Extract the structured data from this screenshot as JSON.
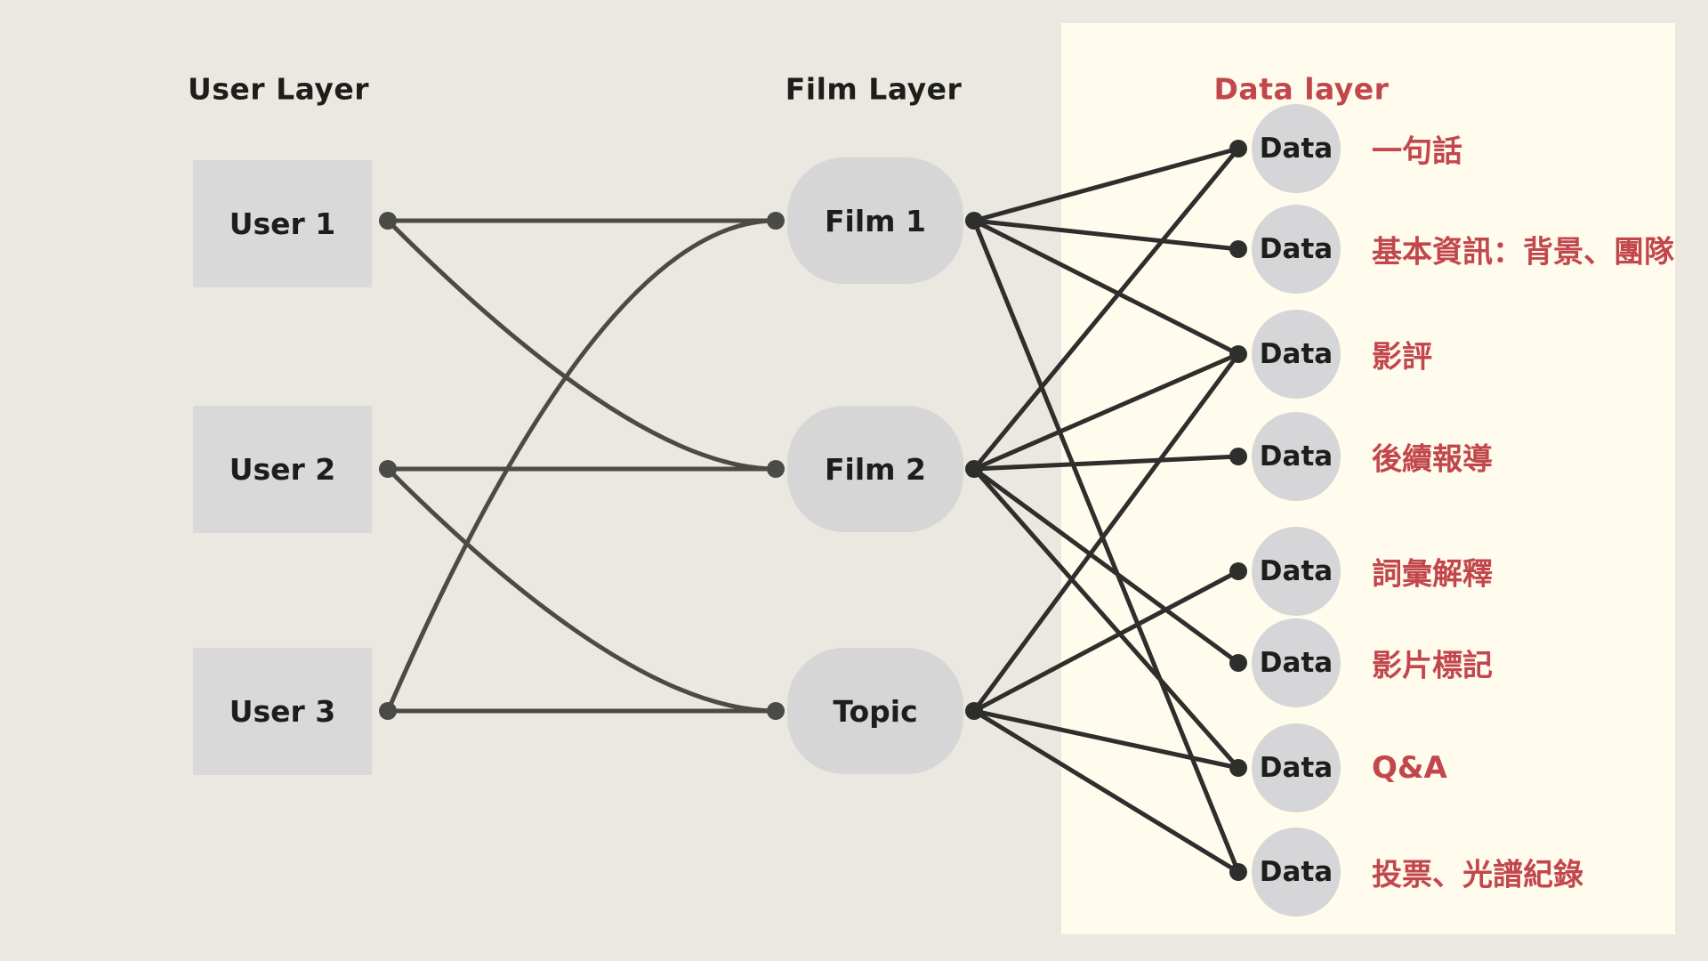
{
  "diagram": {
    "user_layer": {
      "title": "User Layer",
      "nodes": [
        {
          "id": "user1",
          "label": "User 1"
        },
        {
          "id": "user2",
          "label": "User 2"
        },
        {
          "id": "user3",
          "label": "User 3"
        }
      ]
    },
    "film_layer": {
      "title": "Film Layer",
      "nodes": [
        {
          "id": "film1",
          "label": "Film 1"
        },
        {
          "id": "film2",
          "label": "Film 2"
        },
        {
          "id": "topic",
          "label": "Topic"
        }
      ]
    },
    "data_layer": {
      "title": "Data layer",
      "nodes": [
        {
          "id": "data1",
          "label": "Data",
          "description": "一句話"
        },
        {
          "id": "data2",
          "label": "Data",
          "description": "基本資訊：背景、團隊"
        },
        {
          "id": "data3",
          "label": "Data",
          "description": "影評"
        },
        {
          "id": "data4",
          "label": "Data",
          "description": "後續報導"
        },
        {
          "id": "data5",
          "label": "Data",
          "description": "詞彙解釋"
        },
        {
          "id": "data6",
          "label": "Data",
          "description": "影片標記"
        },
        {
          "id": "data7",
          "label": "Data",
          "description": "Q&A"
        },
        {
          "id": "data8",
          "label": "Data",
          "description": "投票、光譜紀錄"
        }
      ]
    },
    "edges": {
      "user_to_film": [
        {
          "from": "user1",
          "to": "film1",
          "style": "straight"
        },
        {
          "from": "user1",
          "to": "film2",
          "style": "curved"
        },
        {
          "from": "user2",
          "to": "film2",
          "style": "straight"
        },
        {
          "from": "user2",
          "to": "topic",
          "style": "curved"
        },
        {
          "from": "user3",
          "to": "topic",
          "style": "straight"
        },
        {
          "from": "user3",
          "to": "film1",
          "style": "curved"
        }
      ],
      "film_to_data": [
        {
          "from": "film1",
          "to": "data1"
        },
        {
          "from": "film1",
          "to": "data2"
        },
        {
          "from": "film1",
          "to": "data3"
        },
        {
          "from": "film1",
          "to": "data8"
        },
        {
          "from": "film2",
          "to": "data1"
        },
        {
          "from": "film2",
          "to": "data3"
        },
        {
          "from": "film2",
          "to": "data4"
        },
        {
          "from": "film2",
          "to": "data6"
        },
        {
          "from": "film2",
          "to": "data7"
        },
        {
          "from": "topic",
          "to": "data3"
        },
        {
          "from": "topic",
          "to": "data5"
        },
        {
          "from": "topic",
          "to": "data7"
        },
        {
          "from": "topic",
          "to": "data8"
        }
      ]
    },
    "colors": {
      "background": "#ebe8e1",
      "panel": "#fffbed",
      "node_gray": "#d7d7d8",
      "edge_left": "#4a4a46",
      "edge_right": "#2e2e2c",
      "accent_red": "#c2474c",
      "text_dark": "#1d1d1b"
    }
  }
}
